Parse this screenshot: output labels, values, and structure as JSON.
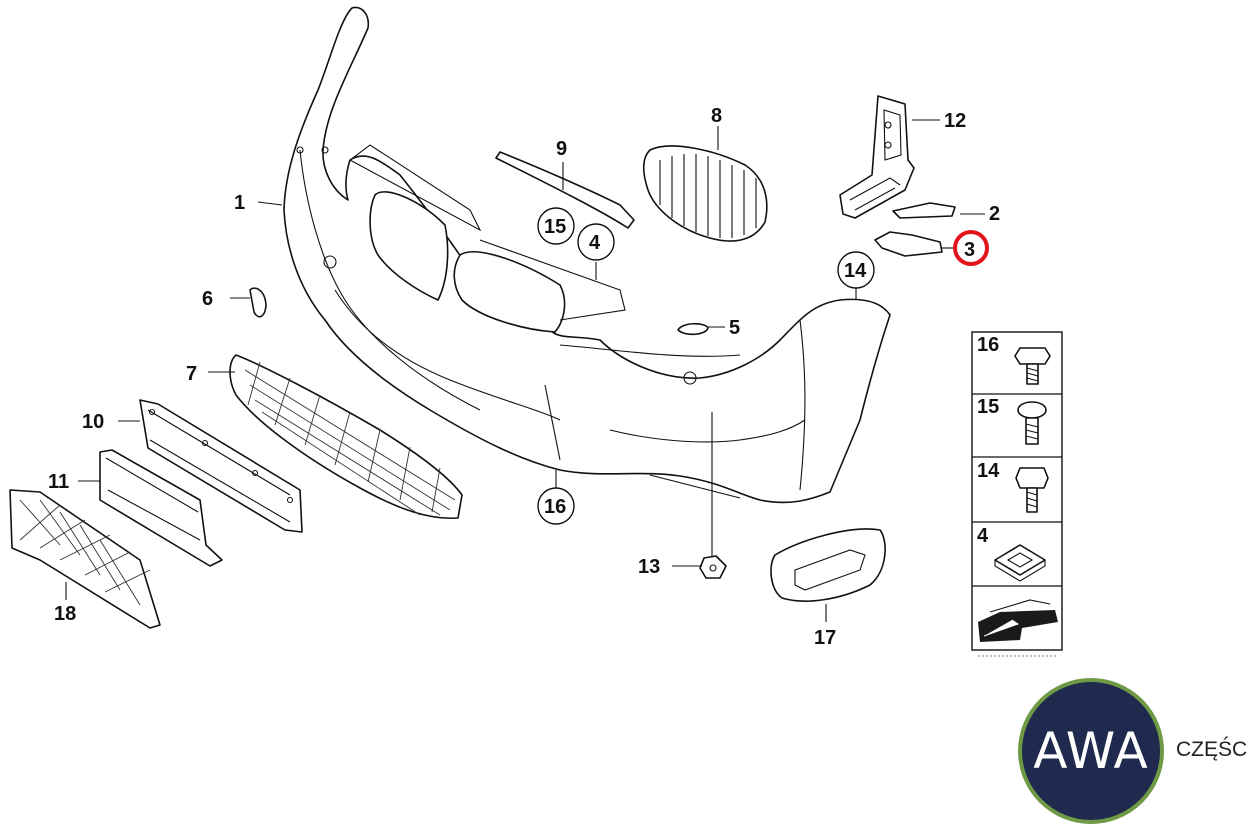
{
  "callouts": {
    "c1": "1",
    "c2": "2",
    "c3": "3",
    "c4": "4",
    "c5": "5",
    "c6": "6",
    "c7": "7",
    "c8": "8",
    "c9": "9",
    "c10": "10",
    "c11": "11",
    "c12": "12",
    "c13": "13",
    "c14": "14",
    "c15": "15",
    "c16": "16",
    "c17": "17",
    "c18": "18"
  },
  "legend": {
    "r16": "16",
    "r15": "15",
    "r14": "14",
    "r4": "4"
  },
  "highlight_color": "#e3131b",
  "brand": {
    "logo": "AWA",
    "suffix": "CZĘŚCI"
  }
}
